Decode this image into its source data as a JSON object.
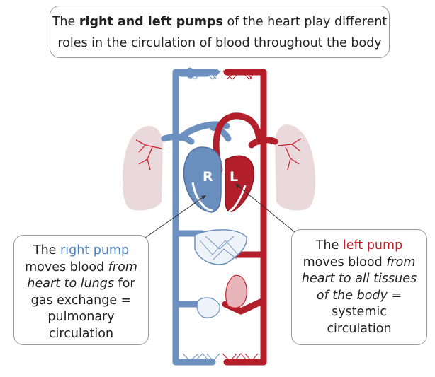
{
  "title": {
    "pre": "The ",
    "bold": "right and left pumps",
    "post": " of the heart play different roles in the circulation of blood throughout the body"
  },
  "right_box": {
    "line1_pre": "The ",
    "line1_colored": "right pump",
    "line2_pre": "moves blood ",
    "line2_ital": "from",
    "line3_ital": "heart to lungs",
    "line3_post": " for",
    "line4": "gas exchange =",
    "line5": "pulmonary",
    "line6": "circulation"
  },
  "left_box": {
    "line1_pre": "The ",
    "line1_colored": "left pump",
    "line2_pre": "moves blood ",
    "line2_ital": "from",
    "line3_ital": "heart to all tissues",
    "line4_ital": "of the body",
    "line4_post": " =",
    "line5": "systemic",
    "line6": "circulation"
  },
  "chambers": {
    "right": "R",
    "left": "L"
  },
  "colors": {
    "blue": "#4a7fc0",
    "vessel_blue": "#6c90bf",
    "red": "#c8202b",
    "vessel_red": "#b21e2a",
    "lung": "#ead9dc"
  }
}
